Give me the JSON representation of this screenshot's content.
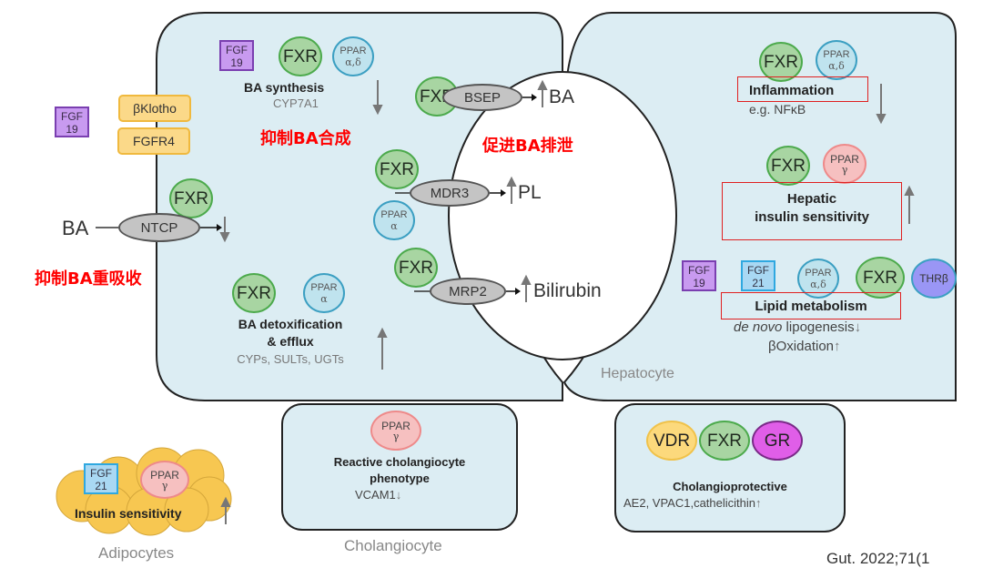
{
  "colors": {
    "cell_fill": "#dcedf3",
    "fxr": "#a8d5a2",
    "ppar_ad": "#bfe3ee",
    "ppar_gamma": "#f6c0c0",
    "fgf19": "#c89af0",
    "fgf21": "#a9d8f3",
    "receptor_box": "#fbd989",
    "transporter": "#c4c4c4",
    "thr_beta": "#9a96f5",
    "vdr": "#fcd97c",
    "gr": "#e05ee8",
    "annotation_red": "#ff0000"
  },
  "left_extracellular": {
    "fgf19": {
      "line1": "FGF",
      "line2": "19"
    },
    "beta_klotho": "βKlotho",
    "fgfr4": "FGFR4",
    "ba": "BA",
    "annotation_reabsorption": "抑制BA重吸收"
  },
  "left_hepatocyte": {
    "synthesis": {
      "fgf19": {
        "line1": "FGF",
        "line2": "19"
      },
      "fxr": "FXR",
      "ppar": {
        "name": "PPAR",
        "sub": "α,δ"
      },
      "title": "BA synthesis",
      "gene": "CYP7A1",
      "direction": "down",
      "annotation": "抑制BA合成"
    },
    "ntcp": {
      "fxr": "FXR",
      "transporter": "NTCP",
      "direction": "down"
    },
    "detox": {
      "fxr": "FXR",
      "ppar": {
        "name": "PPAR",
        "sub": "α"
      },
      "title_line1": "BA detoxification",
      "title_line2": "& efflux",
      "genes": "CYPs, SULTs, UGTs",
      "direction": "up"
    }
  },
  "canaliculus": {
    "bsep": {
      "fxr": "FXR",
      "transporter": "BSEP",
      "product": "BA",
      "direction": "up"
    },
    "annotation_excretion": "促进BA排泄",
    "mdr3": {
      "fxr": "FXR",
      "ppar": {
        "name": "PPAR",
        "sub": "α"
      },
      "transporter": "MDR3",
      "product": "PL",
      "direction": "up"
    },
    "mrp2": {
      "fxr": "FXR",
      "transporter": "MRP2",
      "product": "Bilirubin",
      "direction": "up"
    }
  },
  "right_hepatocyte": {
    "label": "Hepatocyte",
    "inflammation": {
      "fxr": "FXR",
      "ppar": {
        "name": "PPAR",
        "sub": "α,δ"
      },
      "title": "Inflammation",
      "example": "e.g. NFκB",
      "direction": "down"
    },
    "insulin": {
      "fxr": "FXR",
      "ppar": {
        "name": "PPAR",
        "sub": "γ"
      },
      "title_line1": "Hepatic",
      "title_line2": "insulin sensitivity",
      "direction": "up"
    },
    "lipid": {
      "fgf19": {
        "line1": "FGF",
        "line2": "19"
      },
      "fgf21": {
        "line1": "FGF",
        "line2": "21"
      },
      "ppar": {
        "name": "PPAR",
        "sub": "α,δ"
      },
      "fxr": "FXR",
      "thr": "THRβ",
      "title": "Lipid metabolism",
      "line1_italic": "de novo",
      "line1_rest": " lipogenesis",
      "line1_direction": "down",
      "line2": "βOxidation",
      "line2_direction": "up"
    }
  },
  "adipocytes": {
    "label": "Adipocytes",
    "fgf21": {
      "line1": "FGF",
      "line2": "21"
    },
    "ppar": {
      "name": "PPAR",
      "sub": "γ"
    },
    "title": "Insulin sensitivity",
    "direction": "up"
  },
  "cholangiocyte_reactive": {
    "label": "Cholangiocyte",
    "ppar": {
      "name": "PPAR",
      "sub": "γ"
    },
    "title_line1": "Reactive cholangiocyte",
    "title_line2": "phenotype",
    "gene": "VCAM1",
    "direction": "down"
  },
  "cholangiocyte_protective": {
    "vdr": "VDR",
    "fxr": "FXR",
    "gr": "GR",
    "title": "Cholangioprotective",
    "genes": "AE2, VPAC1,cathelicithin",
    "direction": "up"
  },
  "citation_partial": "Gut. 2022;71(1"
}
